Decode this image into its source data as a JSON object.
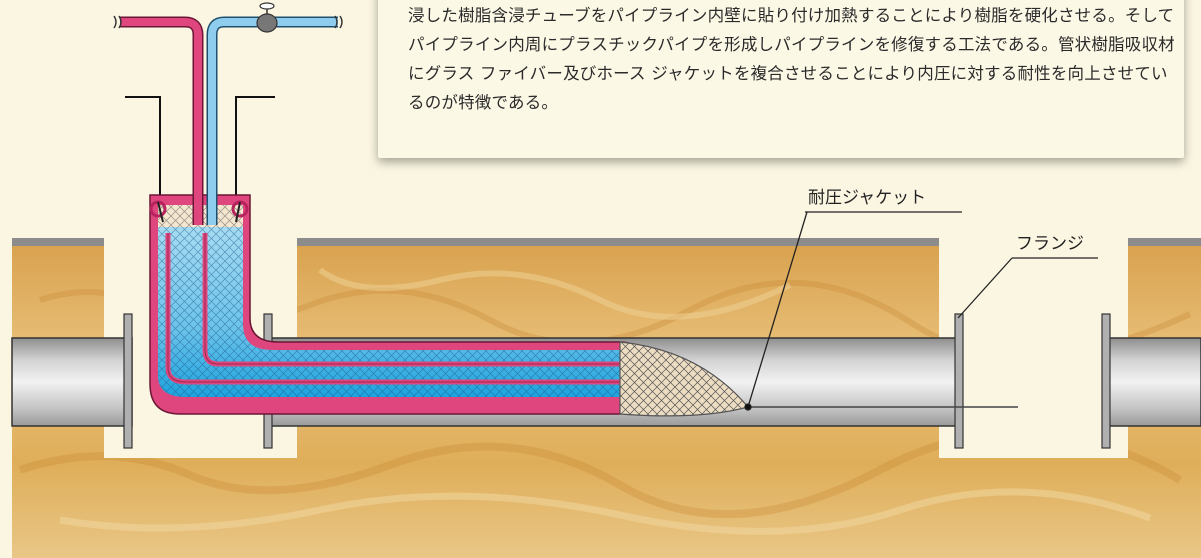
{
  "description": {
    "text": "浸した樹脂含浸チューブをパイプライン内壁に貼り付け加熱することにより樹脂を硬化させる。そしてパイプライン内周にプラスチックパイプを形成しパイプラインを修復する工法である。管状樹脂吸収材にグラス ファイバー及びホース ジャケットを複合させることにより内圧に対する耐性を向上させているのが特徴である。"
  },
  "labels": {
    "pressure_jacket": "耐圧ジャケット",
    "flange": "フランジ"
  },
  "colors": {
    "background": "#fbf6e2",
    "soil": "#e3b96a",
    "pipe": "#b9b9b9",
    "water": "#6fc6ea",
    "tube_outer": "#e0467e",
    "hot_hose": "#e0467e",
    "cold_hose": "#8fcdee"
  },
  "icons": [
    "valve-icon"
  ]
}
